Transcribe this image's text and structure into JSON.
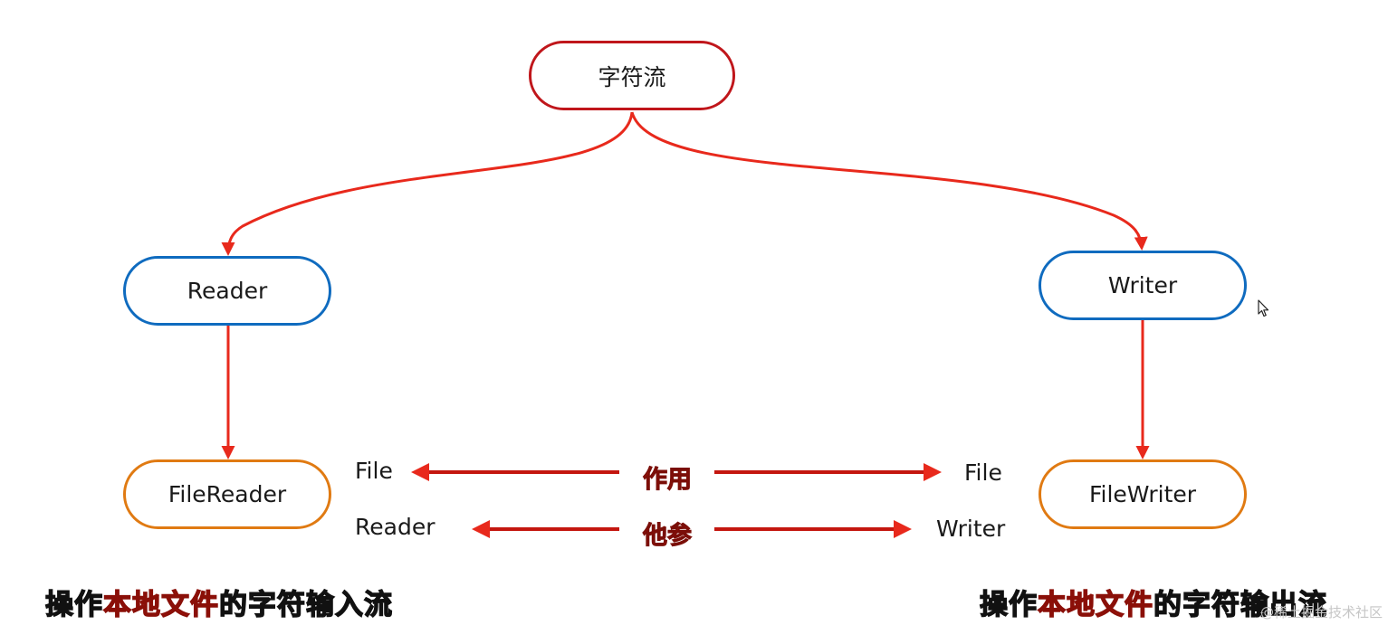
{
  "nodes": {
    "root": "字符流",
    "reader": "Reader",
    "writer": "Writer",
    "file_reader": "FileReader",
    "file_writer": "FileWriter"
  },
  "split_labels": {
    "left_top": "File",
    "left_bottom": "Reader",
    "right_top": "File",
    "right_bottom": "Writer",
    "keyword_top": "作用",
    "keyword_bottom": "他参"
  },
  "captions": {
    "left": {
      "prefix": "操作",
      "highlight": "本地文件",
      "suffix": "的字符输入流"
    },
    "right": {
      "prefix": "操作",
      "highlight": "本地文件",
      "suffix": "的字符输出流"
    }
  },
  "watermark": "@稀土掘金技术社区",
  "colors": {
    "arrow": "#e8291c",
    "root_border": "#c0161b",
    "abstract_border": "#0f6bbf",
    "concrete_border": "#e07a12",
    "highlight_text": "#d11a10"
  },
  "icons": {
    "cursor": "mouse-pointer-icon"
  }
}
